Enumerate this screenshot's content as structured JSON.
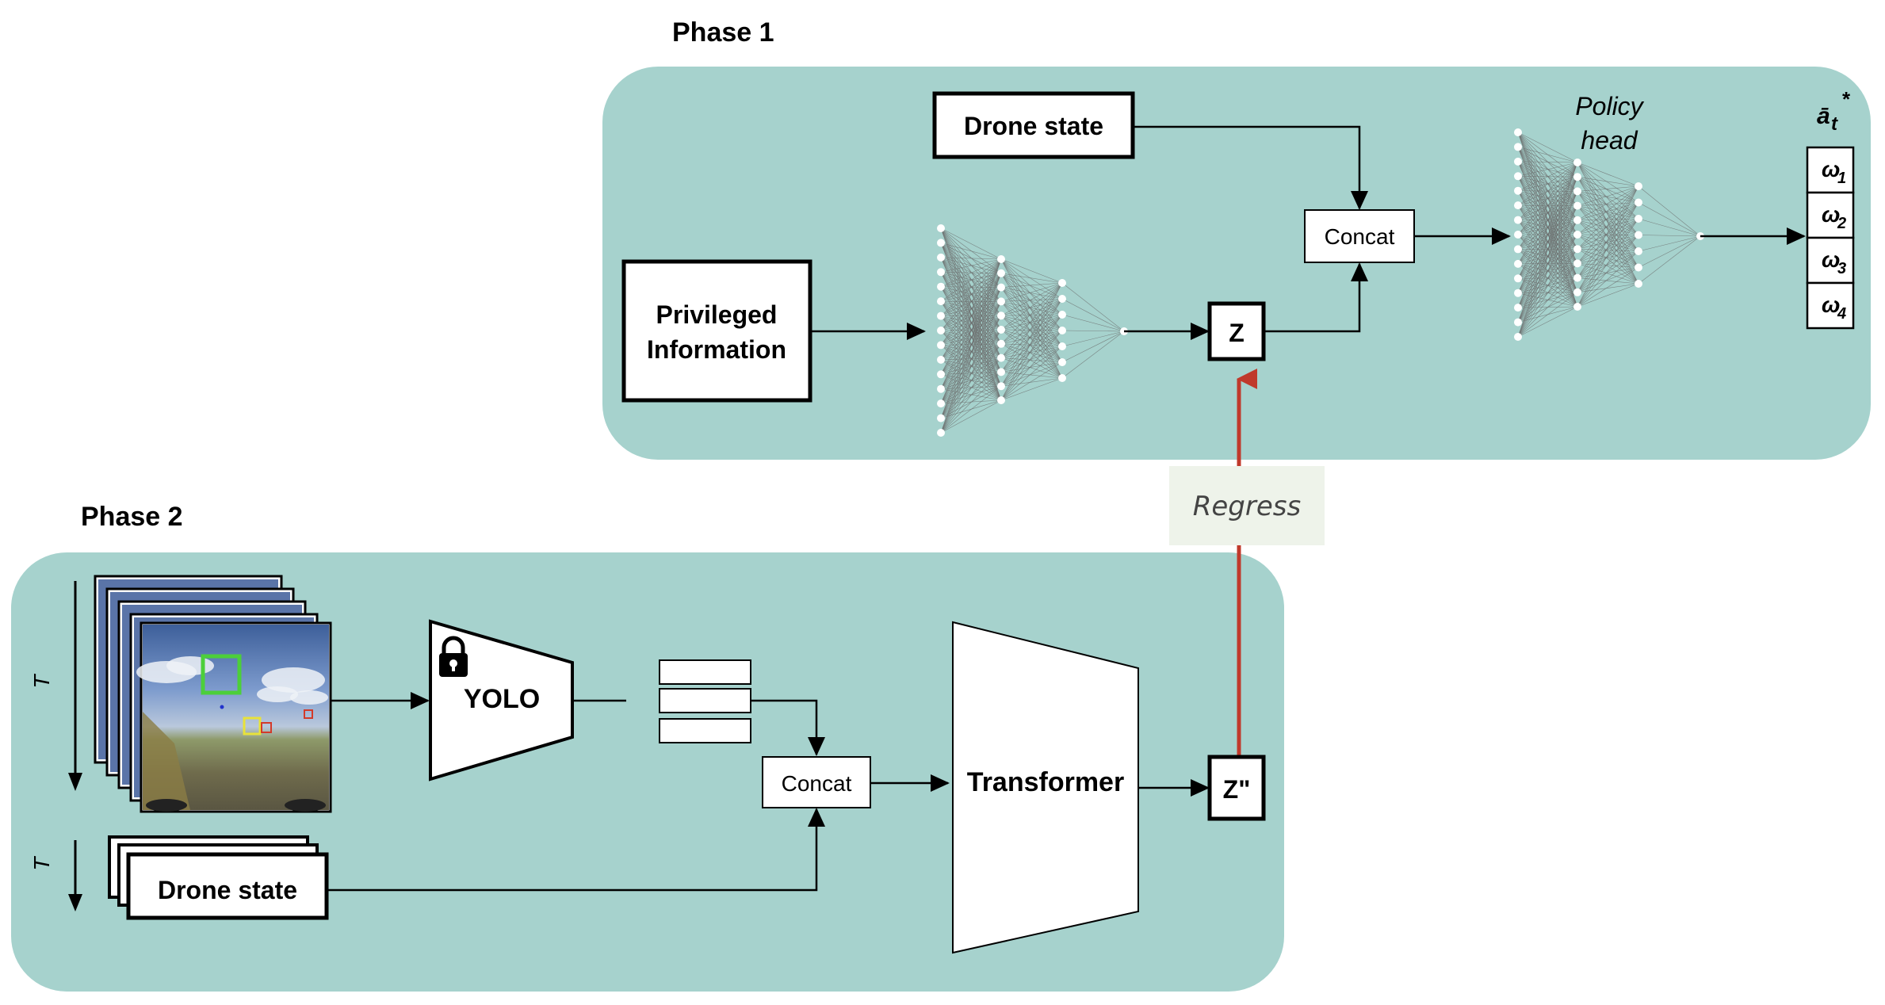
{
  "colors": {
    "panel": "#a6d2cd",
    "arrow": "#000000",
    "regress_arrow": "#c0392b",
    "regress_box": "#eef3ea",
    "yolo_green": "#4ccf3a",
    "yolo_yellow": "#e8e23a",
    "yolo_red": "#d33a2a"
  },
  "phase1": {
    "title": "Phase 1",
    "drone_state": "Drone state",
    "privileged_line1": "Privileged",
    "privileged_line2": "Information",
    "z": "Z",
    "concat": "Concat",
    "policy_head_line1": "Policy",
    "policy_head_line2": "head",
    "action_base": "ā",
    "action_sub": "t",
    "action_sup": "*",
    "outputs": [
      {
        "base": "ω",
        "sub": "1"
      },
      {
        "base": "ω",
        "sub": "2"
      },
      {
        "base": "ω",
        "sub": "3"
      },
      {
        "base": "ω",
        "sub": "4"
      }
    ]
  },
  "regress": "Regress",
  "phase2": {
    "title": "Phase 2",
    "time_label": "T",
    "yolo": "YOLO",
    "lock_icon": "lock-icon",
    "concat": "Concat",
    "transformer": "Transformer",
    "z_hat": "Z\"",
    "drone_state": "Drone state"
  }
}
